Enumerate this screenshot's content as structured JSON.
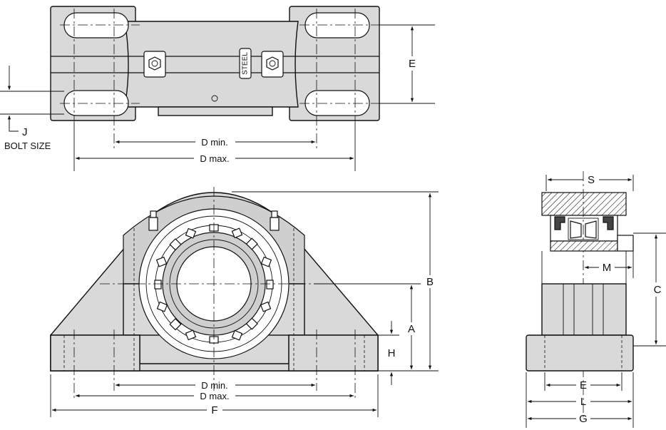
{
  "labels": {
    "j": "J",
    "bolt_size": "BOLT SIZE",
    "d_min": "D min.",
    "d_max": "D max.",
    "e": "E",
    "steel": "STEEL",
    "s": "S",
    "m": "M",
    "b": "B",
    "a": "A",
    "h": "H",
    "c": "C",
    "f": "F",
    "l": "L",
    "g": "G"
  },
  "colors": {
    "line": "#111111",
    "housing_fill": "#d9d9d9",
    "background": "#ffffff"
  }
}
